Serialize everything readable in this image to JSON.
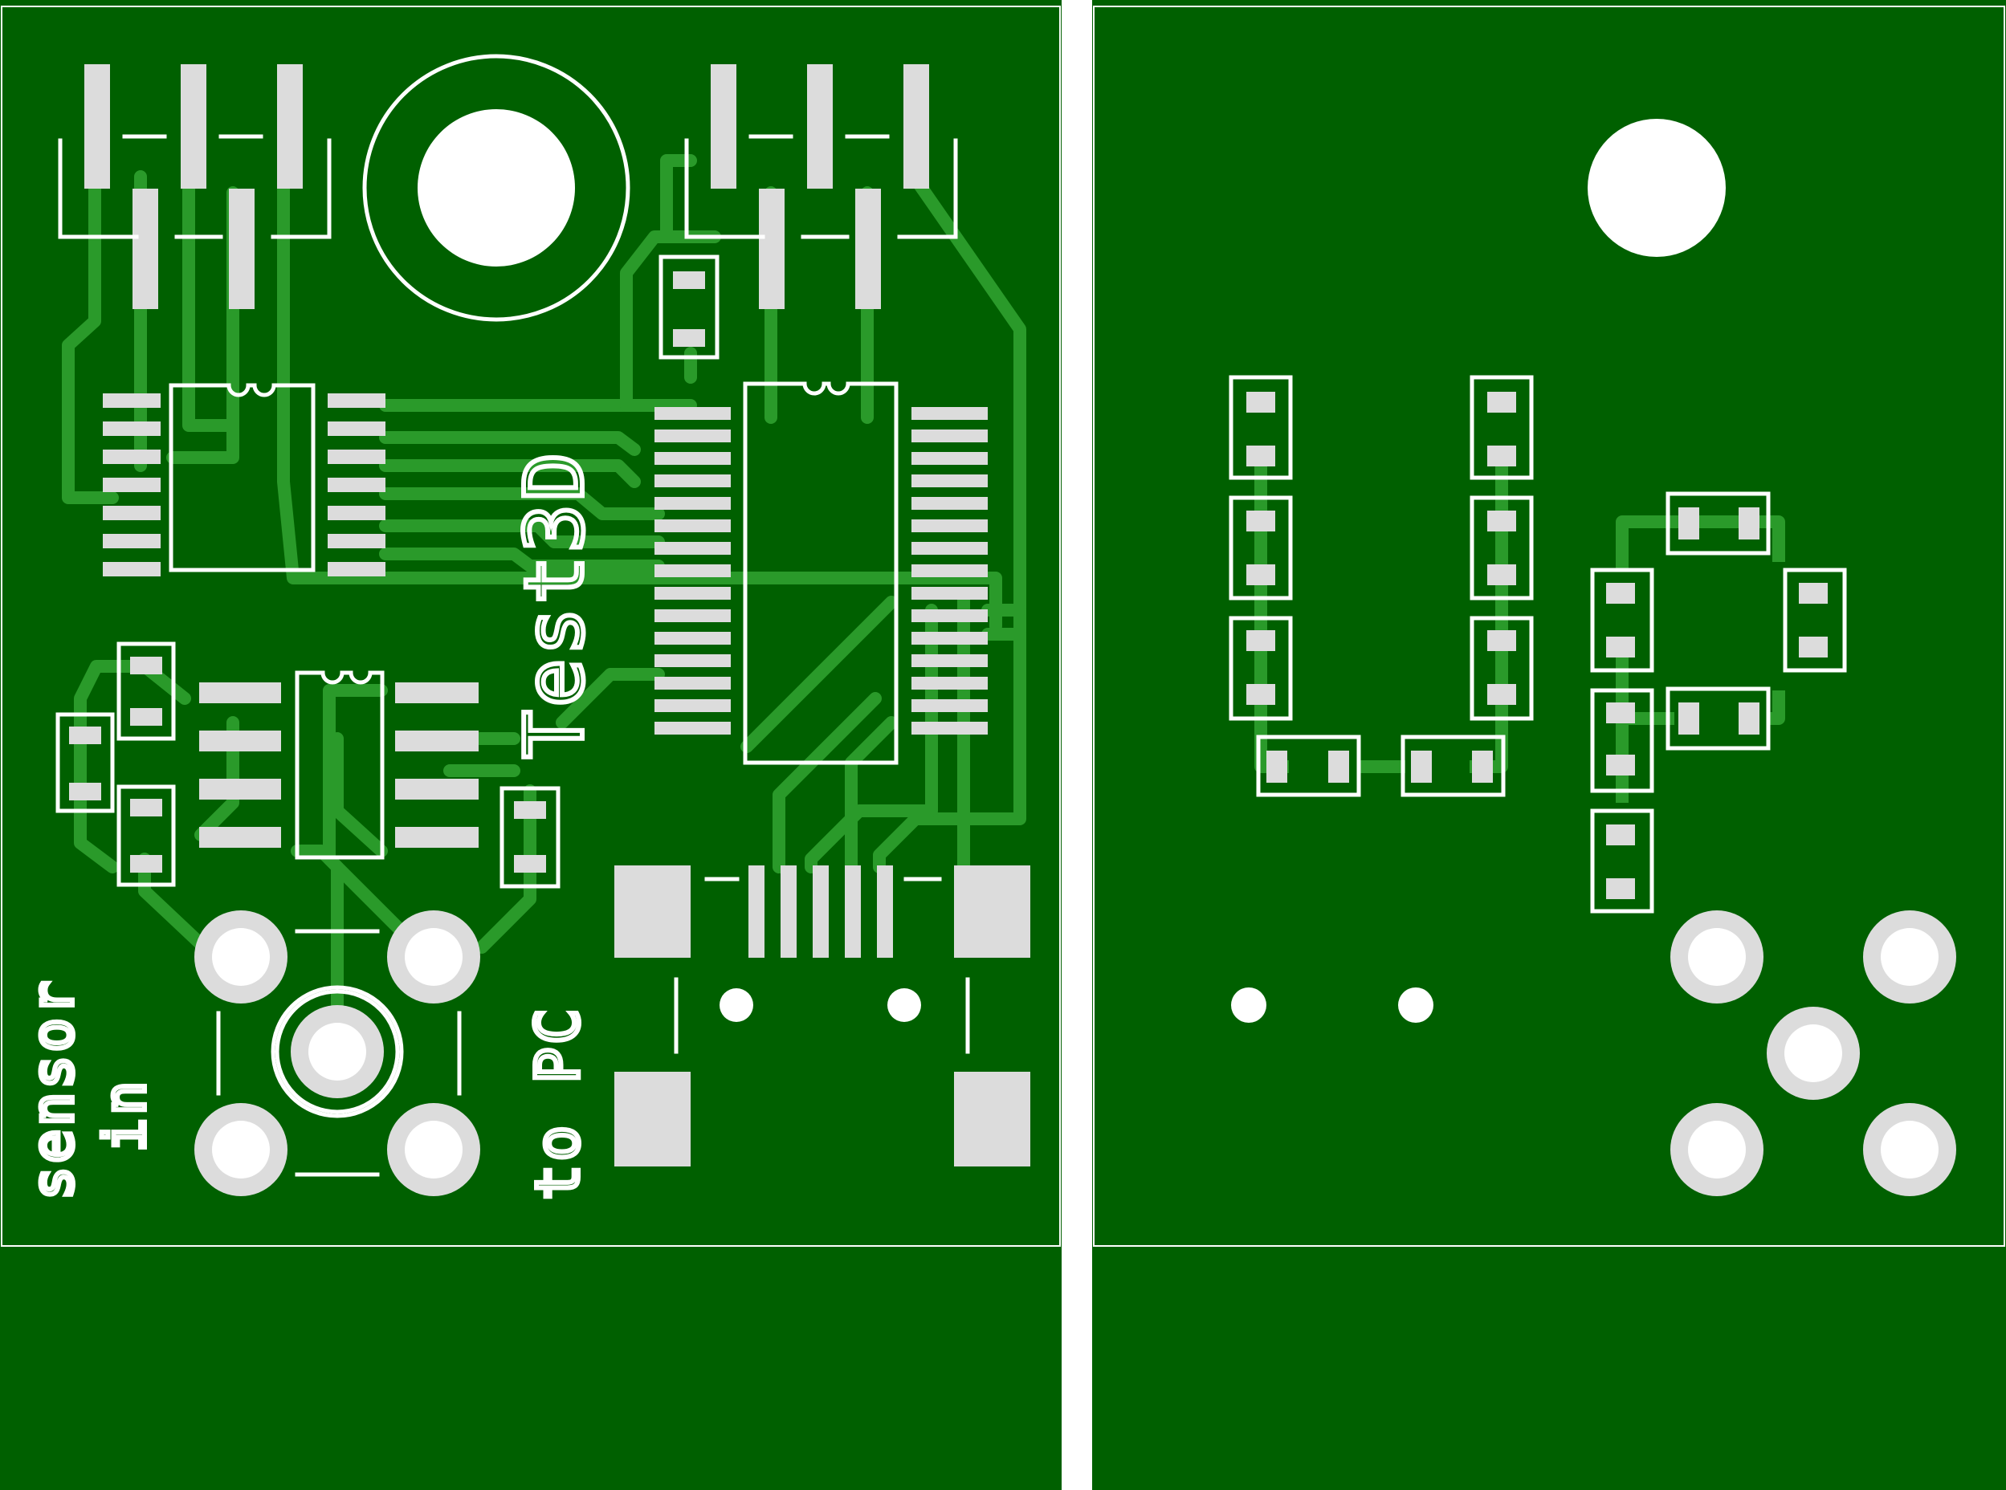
{
  "labels": {
    "title": "Test3D",
    "sensor_line1": "sensor",
    "sensor_line2": "in",
    "to_pc": "to PC"
  },
  "colors": {
    "board": "#006000",
    "trace": "#2a9a2a",
    "pad": "#dcdcdc",
    "silkscreen": "#ffffff"
  }
}
